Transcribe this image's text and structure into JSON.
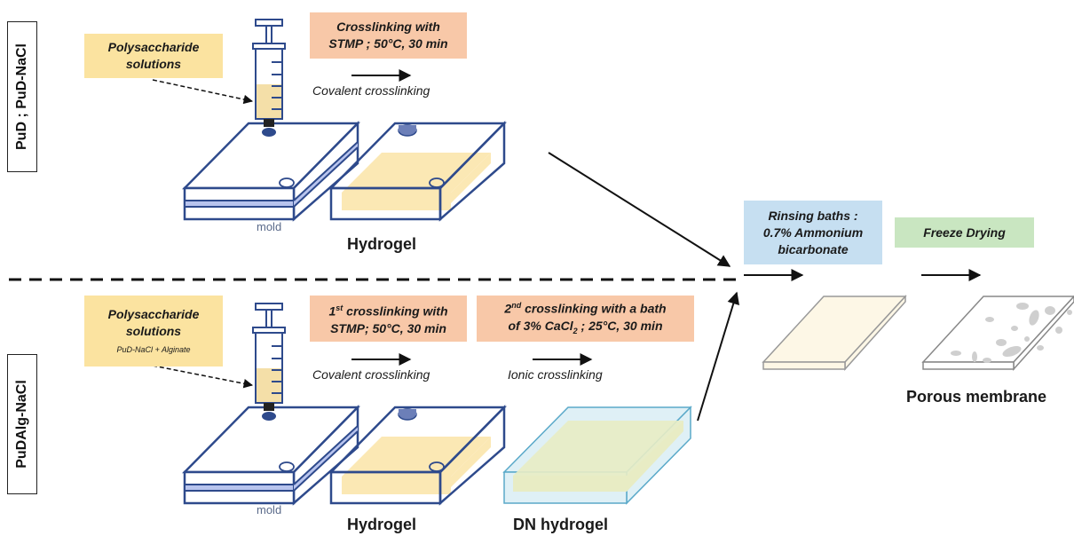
{
  "top_row": {
    "side_label": "PuD ; PuD-NaCl",
    "solution_box": "Polysaccharide solutions",
    "crosslink_box_line1": "Crosslinking with",
    "crosslink_box_line2": "STMP ;  50°C, 30 min",
    "arrow_caption": "Covalent crosslinking",
    "mold_label": "mold",
    "hydrogel_label": "Hydrogel"
  },
  "bottom_row": {
    "side_label": "PuDAlg-NaCl",
    "solution_box": "Polysaccharide solutions",
    "solution_box_small": "PuD-NaCl + Alginate",
    "first_crosslink_ord": "1",
    "first_crosslink_sup": "st",
    "first_crosslink_rest": " crosslinking with",
    "first_crosslink_line2": "STMP;  50°C, 30 min",
    "second_crosslink_ord": "2",
    "second_crosslink_sup": "nd",
    "second_crosslink_rest": " crosslinking with a bath",
    "second_crosslink_line2a": "of  3% CaCl",
    "second_crosslink_sub": "2",
    "second_crosslink_line2b": " ; 25°C, 30 min",
    "covalent_caption": "Covalent crosslinking",
    "ionic_caption": "Ionic crosslinking",
    "mold_label": "mold",
    "hydrogel_label": "Hydrogel",
    "dn_hydrogel_label": "DN hydrogel"
  },
  "right_side": {
    "rinsing_line1": "Rinsing baths :",
    "rinsing_line2": "0.7% Ammonium",
    "rinsing_line3": "bicarbonate",
    "freeze_drying": "Freeze Drying",
    "porous_label": "Porous membrane"
  },
  "colors": {
    "mold_outline": "#2e4a8c",
    "mold_stripe": "#b8c4ee",
    "hydrogel_fill": "#fbe8b4",
    "dn_fill": "#dcefd0",
    "dn_outline": "#5aa9c9",
    "syringe_liquid": "#f4dfa8"
  }
}
